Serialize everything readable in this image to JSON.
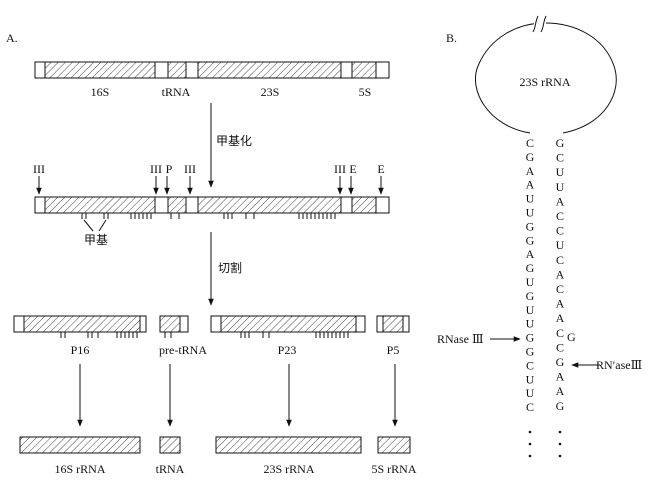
{
  "panel_a": {
    "label": "A.",
    "row1_labels": {
      "s16": "16S",
      "trna": "tRNA",
      "s23": "23S",
      "s5": "5S"
    },
    "step_methylation": "甲基化",
    "step_cleavage": "切割",
    "methyl_label": "甲基",
    "row2_labels": {
      "iii_1": "III",
      "iii_2": "III",
      "p": "P",
      "iii_3": "III",
      "iii_4": "III",
      "e_1": "E",
      "e_2": "E"
    },
    "row3_labels": {
      "p16": "P16",
      "pre_trna": "pre-tRNA",
      "p23": "P23",
      "p5": "P5"
    },
    "row4_labels": {
      "r16": "16S rRNA",
      "trna": "tRNA",
      "r23": "23S rRNA",
      "r5": "5S rRNA"
    }
  },
  "panel_b": {
    "label": "B.",
    "loop_label": "23S rRNA",
    "left_strand": [
      "C",
      "G",
      "A",
      "A",
      "U",
      "U",
      "G",
      "G",
      "A",
      "G",
      "U",
      "G",
      "U",
      "U",
      "G",
      "G",
      "C",
      "U",
      "U",
      "C"
    ],
    "right_strand": [
      "G",
      "C",
      "U",
      "U",
      "A",
      "C",
      "C",
      "U",
      "C",
      "A",
      "C",
      "A",
      "A",
      "C",
      "C",
      "G",
      "A",
      "A",
      "G"
    ],
    "bulge": "G",
    "rnase_left": "RNase Ⅲ",
    "rnase_right": "RN′aseⅢ"
  }
}
